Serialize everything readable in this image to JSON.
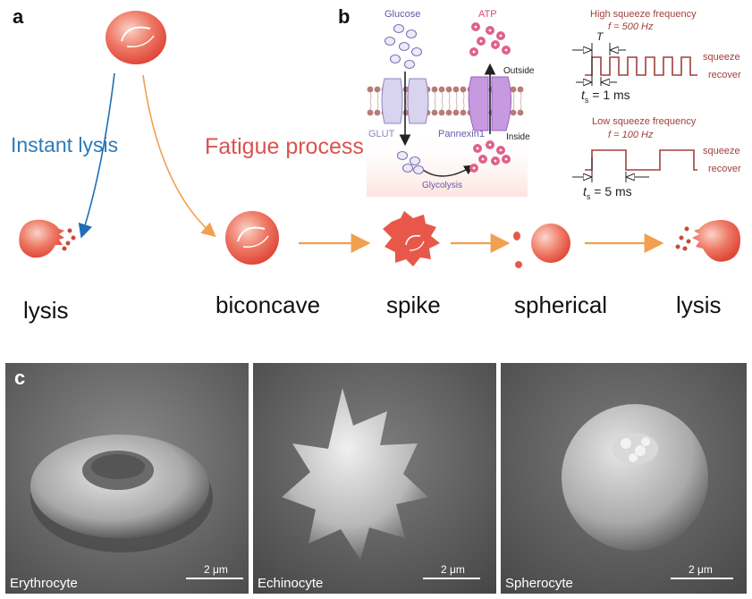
{
  "panel_a": {
    "letter": "a",
    "instant_lysis": "Instant lysis",
    "fatigue_process": "Fatigue process",
    "stages": {
      "lysis_left": "lysis",
      "biconcave": "biconcave",
      "spike": "spike",
      "spherical": "spherical",
      "lysis_right": "lysis"
    }
  },
  "panel_b": {
    "letter": "b",
    "glucose": "Glucose",
    "atp": "ATP",
    "outside": "Outside",
    "inside": "Inside",
    "glut": "GLUT",
    "pannexin": "Pannexin1",
    "glycolysis": "Glycolysis",
    "high_freq_title": "High squeeze frequency",
    "high_freq_value": "f = 500 Hz",
    "period_label": "T",
    "ts_high": "= 1 ms",
    "low_freq_title": "Low squeeze frequency",
    "low_freq_value": "f = 100 Hz",
    "ts_low": "= 5 ms",
    "ts_symbol": "t",
    "ts_sub": "s",
    "squeeze": "squeeze",
    "recover": "recover"
  },
  "panel_c": {
    "letter": "c",
    "images": [
      {
        "label": "Erythrocyte",
        "scale": "2 μm"
      },
      {
        "label": "Echinocyte",
        "scale": "2 μm"
      },
      {
        "label": "Spherocyte",
        "scale": "2 μm"
      }
    ]
  },
  "colors": {
    "cell_red": "#e8584a",
    "arrow_orange": "#f0a050",
    "arrow_blue": "#1f6fb5",
    "instant_blue": "#2e7ab8",
    "fatigue_red": "#d9534f",
    "waveform": "#a0403a",
    "glucose_purple": "#7a6bb0",
    "atp_pink": "#d84a70"
  }
}
